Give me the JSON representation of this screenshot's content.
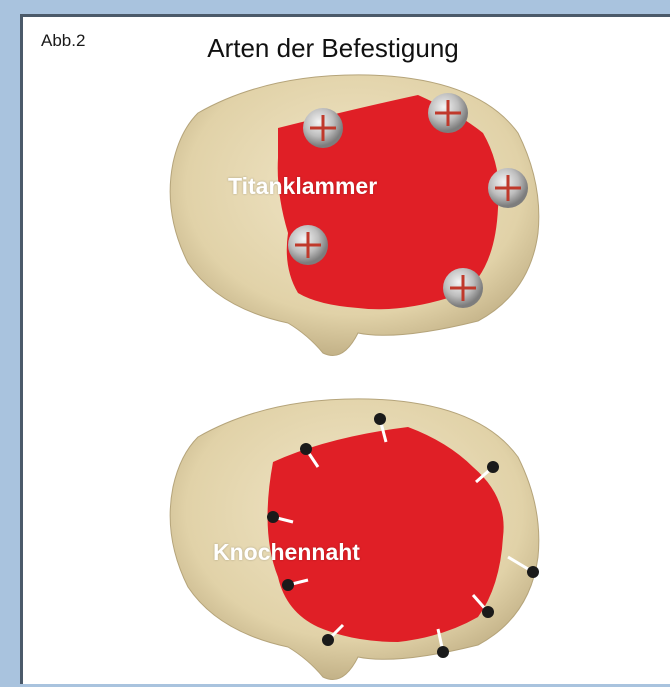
{
  "figure_label": "Abb.2",
  "title": "Arten der Befestigung",
  "panels": {
    "top_label": "Titanklammer",
    "bottom_label": "Knochennaht"
  }
}
